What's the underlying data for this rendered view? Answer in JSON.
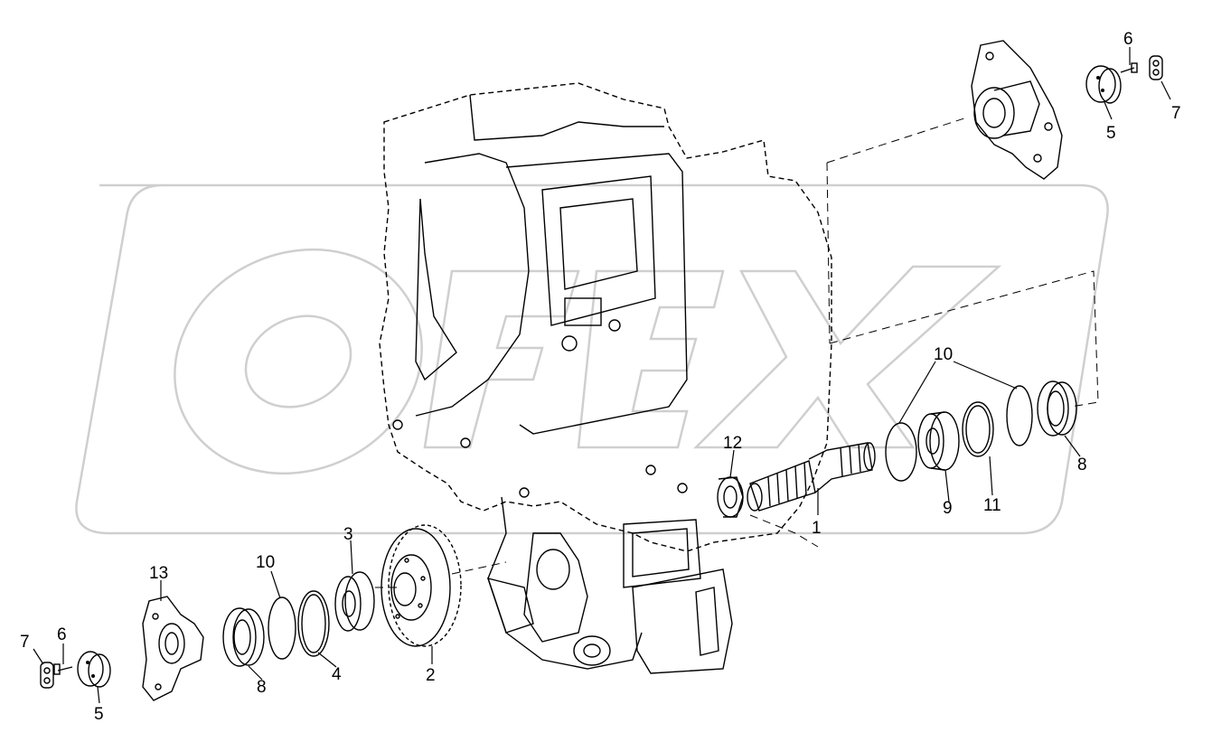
{
  "labels": [
    {
      "id": "lbl-1",
      "text": "1"
    },
    {
      "id": "lbl-2",
      "text": "2"
    },
    {
      "id": "lbl-3",
      "text": "3"
    },
    {
      "id": "lbl-4",
      "text": "4"
    },
    {
      "id": "lbl-5a",
      "text": "5"
    },
    {
      "id": "lbl-5b",
      "text": "5"
    },
    {
      "id": "lbl-6a",
      "text": "6"
    },
    {
      "id": "lbl-6b",
      "text": "6"
    },
    {
      "id": "lbl-7a",
      "text": "7"
    },
    {
      "id": "lbl-7b",
      "text": "7"
    },
    {
      "id": "lbl-8a",
      "text": "8"
    },
    {
      "id": "lbl-8b",
      "text": "8"
    },
    {
      "id": "lbl-9",
      "text": "9"
    },
    {
      "id": "lbl-10a",
      "text": "10"
    },
    {
      "id": "lbl-10b",
      "text": "10"
    },
    {
      "id": "lbl-11",
      "text": "11"
    },
    {
      "id": "lbl-12",
      "text": "12"
    },
    {
      "id": "lbl-13",
      "text": "13"
    }
  ],
  "watermark": {
    "text": "OFEX",
    "color": "#cfcfcf"
  },
  "colors": {
    "line": "#000000",
    "background": "#ffffff"
  }
}
